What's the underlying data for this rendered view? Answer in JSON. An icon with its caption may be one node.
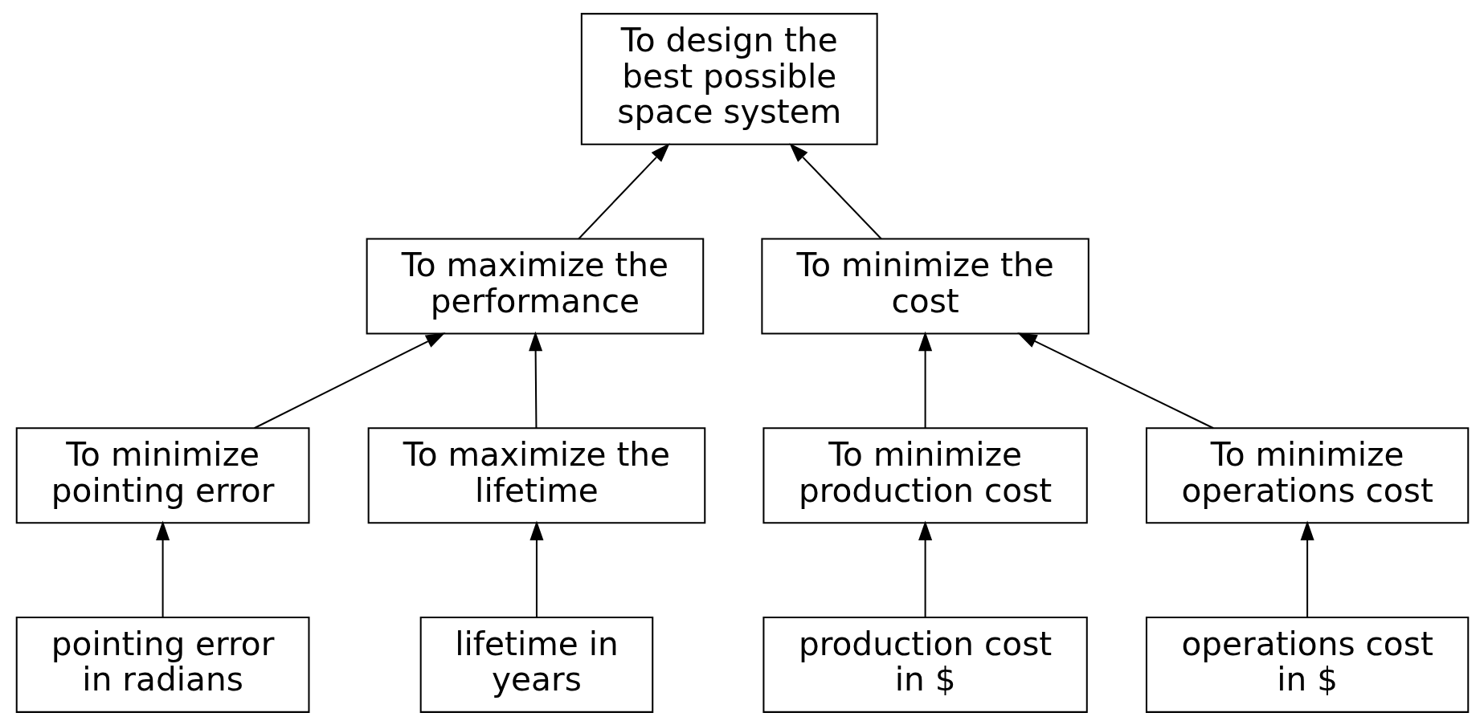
{
  "diagram": {
    "nodes": [
      {
        "text": [
          "To design the best possible space system"
        ]
      },
      {
        "text": [
          "To maximize the performance"
        ]
      },
      {
        "text": [
          "To minimize the cost"
        ]
      },
      {
        "text": [
          "To minimize pointing error"
        ]
      },
      {
        "text": [
          "To maximize the lifetime"
        ]
      },
      {
        "text": [
          "To minimize production cost"
        ]
      },
      {
        "text": [
          "To minimize operations cost"
        ]
      },
      {
        "text": [
          "pointing error in radians"
        ]
      },
      {
        "text": [
          "lifetime in years"
        ]
      },
      {
        "text": [
          "production cost in $"
        ]
      },
      {
        "text": [
          "operations cost in $"
        ]
      }
    ],
    "edges": [
      {
        "from": 1,
        "to": 0,
        "arrow": "to"
      },
      {
        "from": 2,
        "to": 0,
        "arrow": "to"
      },
      {
        "from": 3,
        "to": 1,
        "arrow": "to"
      },
      {
        "from": 4,
        "to": 1,
        "arrow": "to"
      },
      {
        "from": 5,
        "to": 2,
        "arrow": "to"
      },
      {
        "from": 6,
        "to": 2,
        "arrow": "to"
      },
      {
        "from": 7,
        "to": 3,
        "arrow": "to"
      },
      {
        "from": 8,
        "to": 4,
        "arrow": "to"
      },
      {
        "from": 9,
        "to": 5,
        "arrow": "to"
      },
      {
        "from": 10,
        "to": 6,
        "arrow": "to"
      }
    ]
  }
}
